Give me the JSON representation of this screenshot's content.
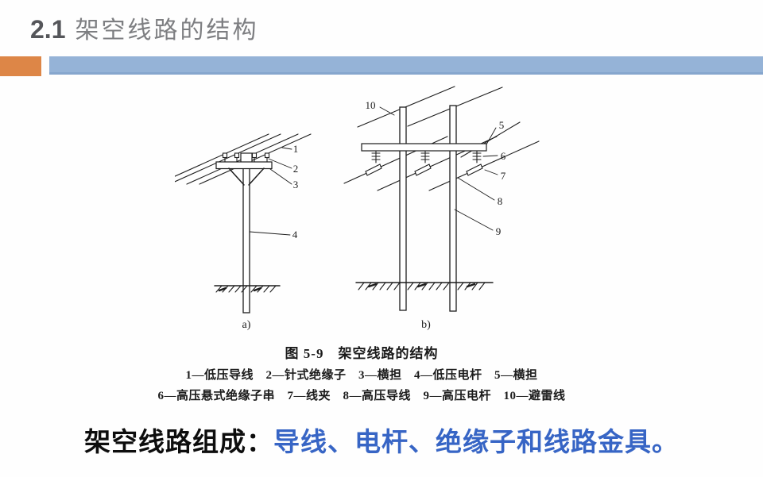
{
  "slide": {
    "header": {
      "number": "2.1",
      "title": "架空线路的结构"
    },
    "figure": {
      "callouts": [
        "1",
        "2",
        "3",
        "4",
        "5",
        "6",
        "7",
        "8",
        "9",
        "10"
      ],
      "sublabel_a": "a)",
      "sublabel_b": "b)",
      "caption": "图 5-9　架空线路的结构",
      "legend_line_1": "1—低压导线　2—针式绝缘子　3—横担　4—低压电杆　5—横担",
      "legend_line_2": "6—高压悬式绝缘子串　7—线夹　8—高压导线　9—高压电杆　10—避雷线"
    },
    "summary": {
      "prefix": "架空线路组成：",
      "highlight": "导线、电杆、绝缘子和线路金具",
      "suffix": "。"
    }
  },
  "colors": {
    "accent_orange": "#dd8647",
    "accent_blue_bar": "#95b3d7",
    "highlight_text": "#3765c5",
    "line_ink": "#1d1d1d"
  }
}
